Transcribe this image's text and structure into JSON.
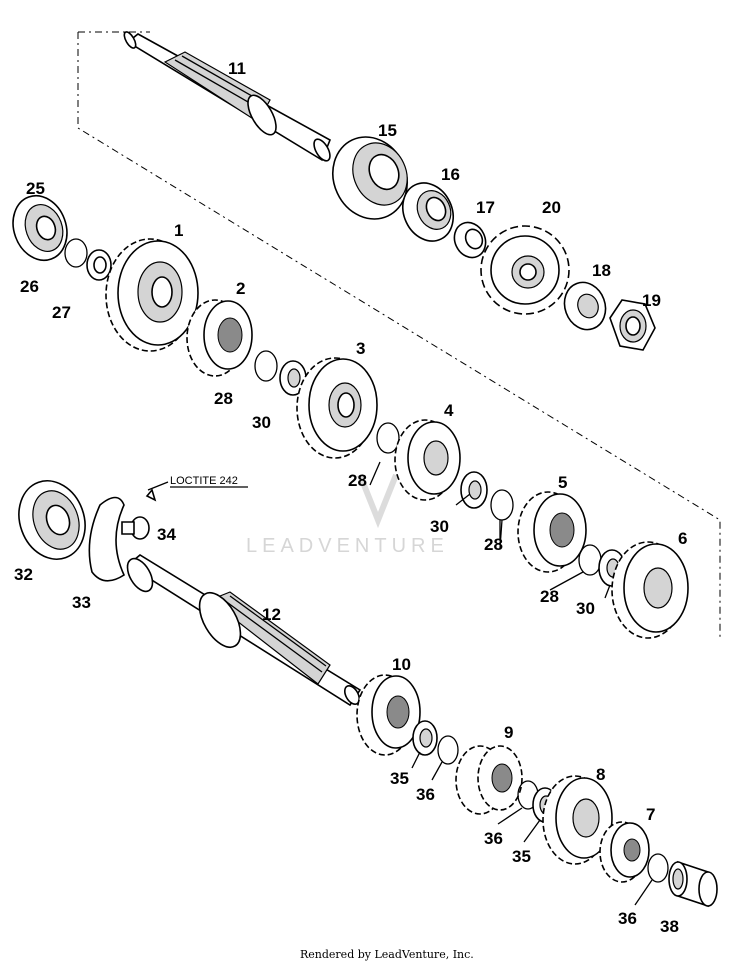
{
  "callouts": {
    "c1": "1",
    "c2": "2",
    "c3": "3",
    "c4": "4",
    "c5": "5",
    "c6": "6",
    "c7": "7",
    "c8": "8",
    "c9": "9",
    "c10": "10",
    "c11": "11",
    "c12": "12",
    "c15": "15",
    "c16": "16",
    "c17": "17",
    "c18": "18",
    "c19": "19",
    "c20": "20",
    "c25": "25",
    "c26": "26",
    "c27": "27",
    "c28a": "28",
    "c28b": "28",
    "c28c": "28",
    "c28d": "28",
    "c30a": "30",
    "c30b": "30",
    "c30c": "30",
    "c32": "32",
    "c33": "33",
    "c34": "34",
    "c35a": "35",
    "c35b": "35",
    "c36a": "36",
    "c36b": "36",
    "c36c": "36",
    "c38": "38"
  },
  "note": "LOCTITE 242",
  "watermark": "LEADVENTURE",
  "footer": "Rendered by LeadVenture, Inc."
}
